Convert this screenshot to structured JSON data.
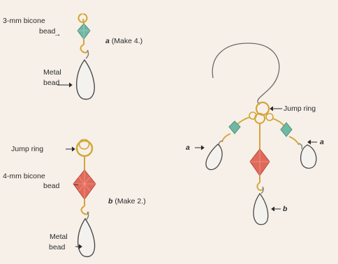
{
  "labels": {
    "bicone3": "3-mm bicone",
    "bicone3_b": "bead",
    "make_a_letter": "a",
    "make_a_text": "(Make 4.)",
    "metal1": "Metal",
    "metal1_b": "bead",
    "jump_left": "Jump ring",
    "bicone4": "4-mm bicone",
    "bicone4_b": "bead",
    "make_b_letter": "b",
    "make_b_text": "(Make 2.)",
    "metal2": "Metal",
    "metal2_b": "bead",
    "jump_right": "Jump ring",
    "a_left": "a",
    "a_right": "a",
    "b_bottom": "b"
  },
  "colors": {
    "background": "#f6f0e8",
    "wire": "#d4a437",
    "bicone3": "#6fb8a4",
    "bicone4": "#e06a5a",
    "metal_bead": "#f4f2ee",
    "ear_wire": "#6b6b6b"
  }
}
